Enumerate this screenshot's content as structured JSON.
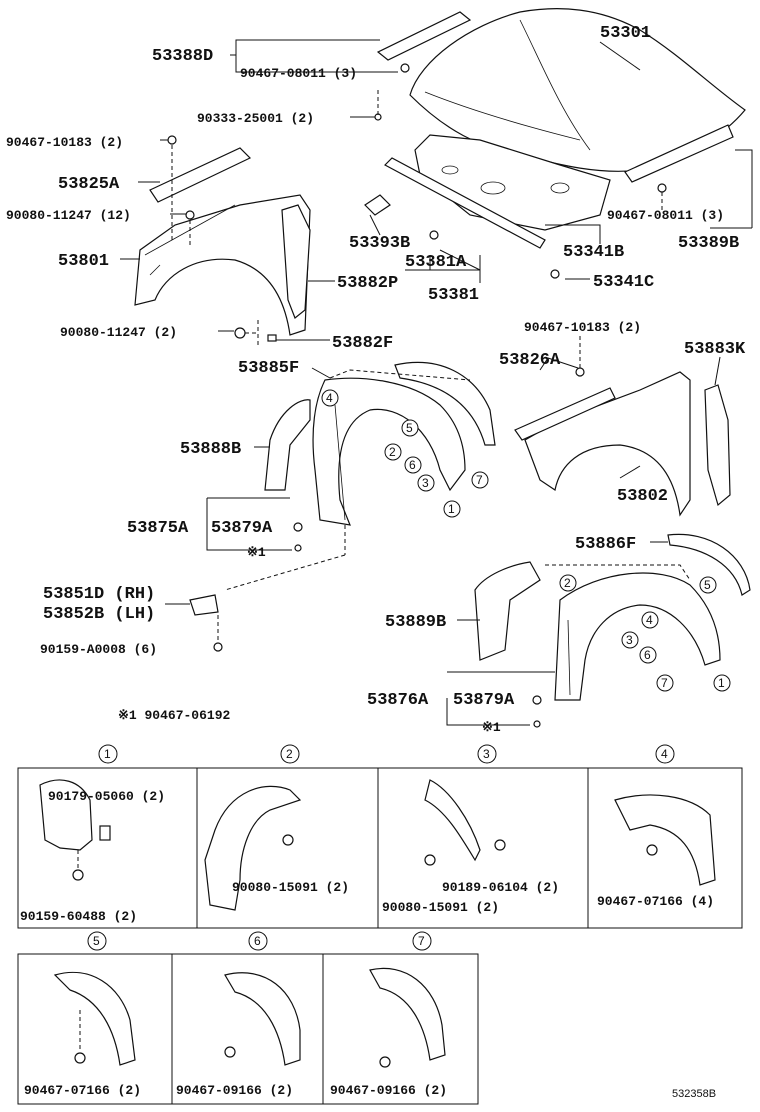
{
  "labels": {
    "hood": "53301",
    "hood_seal_lh": "53388D",
    "hood_seal_screw_lh": "90467-08011 (3)",
    "clip_25001": "90333-25001 (2)",
    "clip_10183_lh": "90467-10183 (2)",
    "seal_53825a": "53825A",
    "bolt_11247_12": "90080-11247 (12)",
    "fender_lh": "53801",
    "seal_53882p": "53882P",
    "bolt_11247_2": "90080-11247 (2)",
    "seal_53882f": "53882F",
    "cushion_53393b": "53393B",
    "seal_53381a": "53381A",
    "seal_53381": "53381",
    "insulator_53341b": "53341B",
    "clip_53341c": "53341C",
    "hood_seal_screw_rh": "90467-08011 (3)",
    "hood_seal_rh": "53389B",
    "clip_10183_rh": "90467-10183 (2)",
    "seal_53826a": "53826A",
    "seal_53883k": "53883K",
    "fender_rh": "53802",
    "seal_53885f": "53885F",
    "liner_53888b": "53888B",
    "liner_53875a": "53875A",
    "liner_53879a_lh": "53879A",
    "note_x1_lh": "※1",
    "bracket_rh": "53851D (RH)",
    "bracket_lh": "53852B (LH)",
    "bolt_a0008": "90159-A0008 (6)",
    "seal_53886f": "53886F",
    "liner_53889b": "53889B",
    "liner_53876a": "53876A",
    "liner_53879a_rh": "53879A",
    "note_x1_rh": "※1",
    "note_legend": "※1 90467-06192"
  },
  "circle_numbers": [
    "1",
    "2",
    "3",
    "4",
    "5",
    "6",
    "7"
  ],
  "detail_panels": [
    {
      "num": "1",
      "parts": [
        "90179-05060 (2)",
        "90159-60488 (2)"
      ]
    },
    {
      "num": "2",
      "parts": [
        "90080-15091 (2)"
      ]
    },
    {
      "num": "3",
      "parts": [
        "90189-06104 (2)",
        "90080-15091 (2)"
      ]
    },
    {
      "num": "4",
      "parts": [
        "90467-07166 (4)"
      ]
    },
    {
      "num": "5",
      "parts": [
        "90467-07166 (2)"
      ]
    },
    {
      "num": "6",
      "parts": [
        "90467-09166 (2)"
      ]
    },
    {
      "num": "7",
      "parts": [
        "90467-09166 (2)"
      ]
    }
  ],
  "footer_code": "532358B"
}
